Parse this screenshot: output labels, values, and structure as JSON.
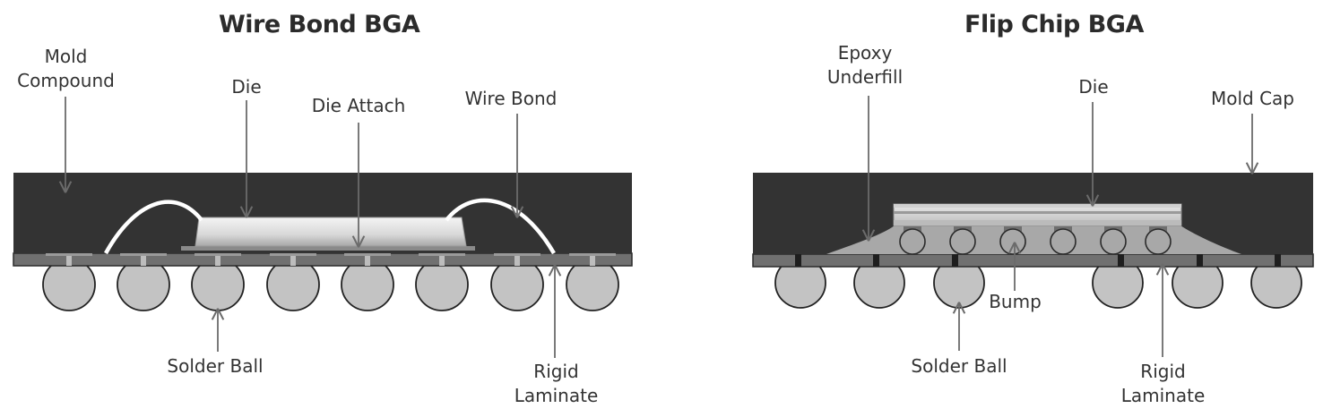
{
  "wire_bond": {
    "title": "Wire Bond BGA",
    "labels": {
      "mold_compound": [
        "Mold",
        "Compound"
      ],
      "die": "Die",
      "die_attach": "Die Attach",
      "wire_bond": "Wire Bond",
      "solder_ball": "Solder Ball",
      "rigid_laminate": [
        "Rigid",
        "Laminate"
      ]
    }
  },
  "flip_chip": {
    "title": "Flip Chip BGA",
    "labels": {
      "epoxy_underfill": [
        "Epoxy",
        "Underfill"
      ],
      "die": "Die",
      "mold_cap": "Mold Cap",
      "bump": "Bump",
      "solder_ball": "Solder Ball",
      "rigid_laminate": [
        "Rigid",
        "Laminate"
      ]
    }
  },
  "colors": {
    "mold": "#333333",
    "ball": "#c3c3c3",
    "laminate": "#707070",
    "wire": "#ffffff",
    "leader": "#6b6b6b"
  }
}
